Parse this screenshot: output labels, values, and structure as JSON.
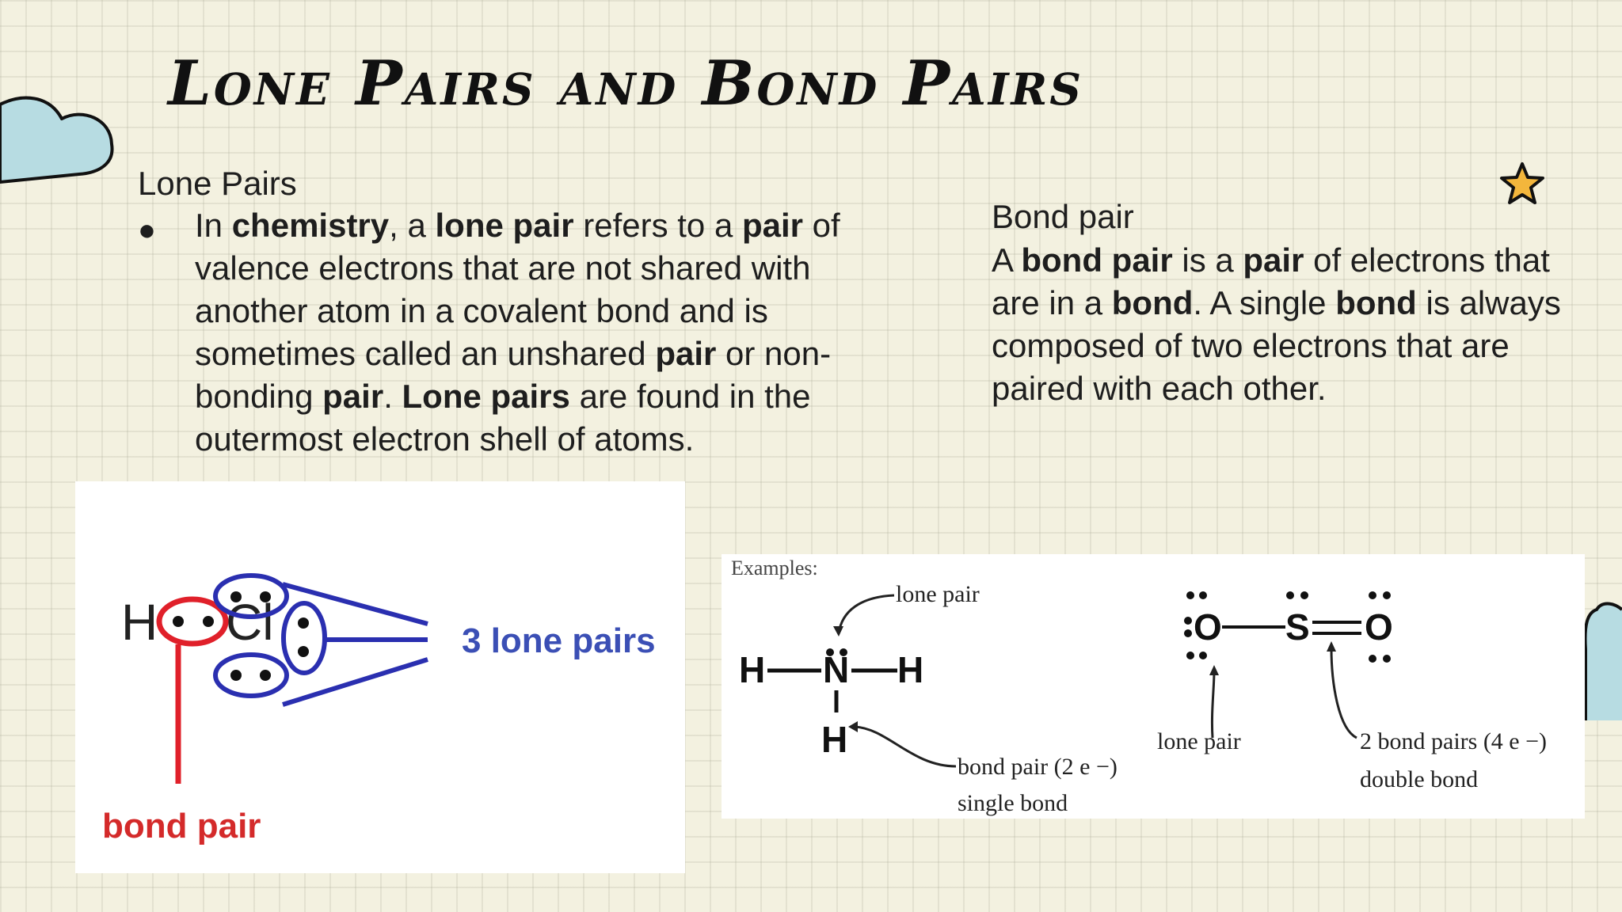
{
  "slide": {
    "title": "Lone Pairs and Bond Pairs",
    "lone": {
      "heading": "Lone Pairs",
      "bullet": "●",
      "segments": [
        {
          "t": "In ",
          "b": false
        },
        {
          "t": "chemistry",
          "b": true
        },
        {
          "t": ", a ",
          "b": false
        },
        {
          "t": "lone pair",
          "b": true
        },
        {
          "t": " refers to a ",
          "b": false
        },
        {
          "t": "pair",
          "b": true
        },
        {
          "t": " of valence electrons that are not shared with another atom in a covalent bond and is sometimes called an unshared ",
          "b": false
        },
        {
          "t": "pair",
          "b": true
        },
        {
          "t": " or non-bonding ",
          "b": false
        },
        {
          "t": "pair",
          "b": true
        },
        {
          "t": ". ",
          "b": false
        },
        {
          "t": "Lone pairs",
          "b": true
        },
        {
          "t": " are found in the outermost electron shell of atoms.",
          "b": false
        }
      ]
    },
    "bond": {
      "heading": "Bond pair",
      "segments": [
        {
          "t": "A ",
          "b": false
        },
        {
          "t": "bond pair",
          "b": true
        },
        {
          "t": " is a ",
          "b": false
        },
        {
          "t": "pair",
          "b": true
        },
        {
          "t": " of electrons that are in a ",
          "b": false
        },
        {
          "t": "bond",
          "b": true
        },
        {
          "t": ". A single ",
          "b": false
        },
        {
          "t": "bond",
          "b": true
        },
        {
          "t": " is always composed of two electrons that are paired with each other.",
          "b": false
        }
      ]
    },
    "image_hocl": {
      "atom_h": "H",
      "atom_cl": "Cl",
      "label_lone": "3 lone pairs",
      "label_bond": "bond pair"
    },
    "image_examples": {
      "heading": "Examples:",
      "lone_pair_label": "lone pair",
      "bond_pair_label": "bond pair (2 e −)",
      "single_bond_label": "single bond",
      "so2_lone_pair_label": "lone pair",
      "so2_bond_pairs_label": "2 bond pairs (4 e −)",
      "double_bond_label": "double bond",
      "atom_h": "H",
      "atom_n": "N",
      "atom_o": "O",
      "atom_s": "S"
    },
    "colors": {
      "cloud": "#b7dce2",
      "star": "#f3b63c",
      "ellipse_blue": "#2a2fb0",
      "ellipse_red": "#e0202a",
      "label_blue": "#3b4fb5",
      "label_red": "#d42a2a"
    }
  }
}
